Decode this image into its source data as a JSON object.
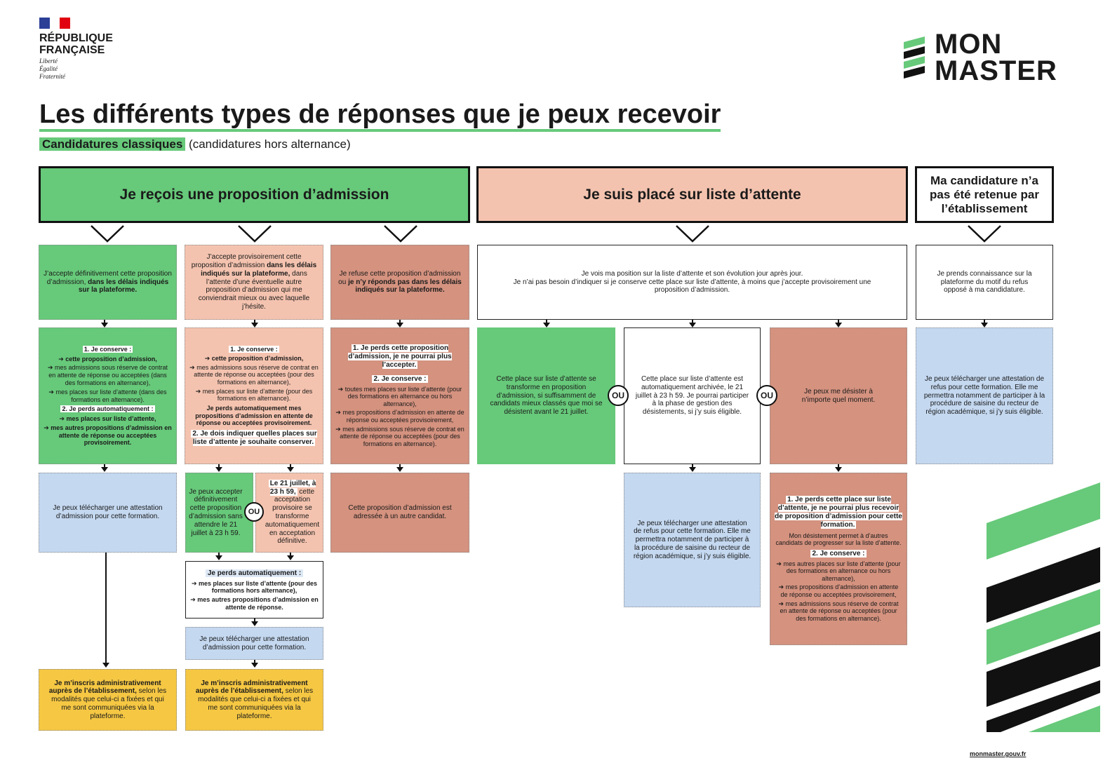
{
  "header": {
    "gov": {
      "line1": "RÉPUBLIQUE",
      "line2": "FRANÇAISE",
      "motto1": "Liberté",
      "motto2": "Égalité",
      "motto3": "Fraternité"
    },
    "brand": {
      "line1": "MON",
      "line2": "MASTER"
    },
    "title": "Les différents types de réponses que je peux recevoir",
    "subtitle_tag": "Candidatures classiques",
    "subtitle_rest": "(candidatures hors alternance)",
    "footer_url": "monmaster.gouv.fr"
  },
  "colors": {
    "green": "#67c97a",
    "salmon": "#f4c3af",
    "rose": "#d4927f",
    "blue": "#c4d8f0",
    "yellow": "#f5c743"
  },
  "categories": {
    "admission": "Je reçois une proposition d’admission",
    "waitlist": "Je suis placé sur liste d’attente",
    "refused": "Ma candidature n’a pas été retenue par l’établissement"
  },
  "col1": {
    "accept": {
      "t1": "J’accepte définitivement cette proposition d’admission, ",
      "t2": "dans les délais indiqués sur la plateforme."
    },
    "keep_title": "1. Je conserve :",
    "keep_items": [
      "cette proposition d’admission,",
      "mes admissions sous réserve de contrat en attente de réponse ou acceptées (dans des formations en alternance),",
      "mes places sur liste d’attente (dans des formations en alternance)."
    ],
    "lose_title": "2. Je perds automatiquement :",
    "lose_items": [
      "mes places sur liste d’attente,",
      "mes autres propositions d’admission en attente de réponse ou acceptées provisoirement."
    ],
    "download": "Je peux télécharger une attestation d’admission pour cette formation.",
    "enroll_b": "Je m’inscris administrativement auprès de l’établissement,",
    "enroll_t": " selon les modalités que celui-ci a fixées et qui me sont communiquées via la plateforme."
  },
  "col2": {
    "accept_t1": "J’accepte provisoirement cette proposition d’admission ",
    "accept_b": "dans les délais indiqués sur la plateforme,",
    "accept_t2": " dans l’attente d’une éventuelle autre proposition d’admission qui me conviendrait mieux ou avec laquelle j’hésite.",
    "keep_title": "1. Je conserve :",
    "keep_items": [
      "cette proposition d’admission,",
      "mes admissions sous réserve de contrat en attente de réponse ou acceptées (pour des formations en alternance),",
      "mes places sur liste d’attente (pour des formations en alternance)."
    ],
    "lose_auto": "Je perds automatiquement mes propositions d’admission en attente de réponse ou acceptées provisoirement.",
    "indicate": "2. Je dois indiquer quelles places sur liste d’attente je souhaite conserver.",
    "left": "Je peux accepter définitivement cette proposition d’admission sans attendre le 21 juillet à 23 h 59.",
    "right_b": "Le 21 juillet, à 23 h 59,",
    "right_t": " cette acceptation provisoire se transforme automatiquement en acceptation définitive.",
    "lose_title": "Je perds automatiquement :",
    "lose_items": [
      "mes places sur liste d’attente (pour des formations hors alternance),",
      "mes autres propositions d’admission en attente de réponse."
    ],
    "download": "Je peux télécharger une attestation d’admission pour cette formation.",
    "enroll_b": "Je m’inscris administrativement auprès de l’établissement,",
    "enroll_t": " selon les modalités que celui-ci a fixées et qui me sont communiquées via la plateforme."
  },
  "col3": {
    "refuse_t1": "Je refuse cette proposition d’admission ou ",
    "refuse_b": "je n’y réponds pas dans les délais indiqués sur la plateforme.",
    "lose_title": "1. Je perds cette proposition d’admission, je ne pourrai plus l’accepter.",
    "keep_title": "2. Je conserve :",
    "keep_items": [
      "toutes mes places sur liste d’attente (pour des formations en alternance ou hors alternance),",
      "mes propositions d’admission en attente de réponse ou acceptées provisoirement,",
      "mes admissions sous réserve de contrat en attente de réponse ou acceptées (pour des formations en alternance)."
    ],
    "other": "Cette proposition d’admission est adressée à un autre candidat."
  },
  "wait": {
    "position_1": "Je vois ma position sur la liste d’attente et son évolution jour après jour.",
    "position_2": "Je n’ai pas besoin d’indiquer si je conserve cette place sur liste d’attente, à moins que j’accepte provisoirement une proposition d’admission.",
    "transform": "Cette place sur liste d’attente se transforme en proposition d’admission, si suffisamment de candidats mieux classés que moi se désistent avant le 21 juillet.",
    "archived": "Cette place sur liste d’attente est automatiquement archivée, le 21 juillet à 23 h 59. Je pourrai participer à la phase de gestion des désistements, si j’y suis éligible.",
    "withdraw": "Je peux me désister à n’importe quel moment.",
    "refusal_cert": "Je peux télécharger une attestation de refus pour cette formation. Elle me permettra notamment de participer à la procédure de saisine du recteur de région académique, si j’y suis éligible.",
    "w_lose": "1. Je perds cette place sur liste d’attente, je ne pourrai plus recevoir de proposition d’admission pour cette formation.",
    "w_progress": "Mon désistement permet à d’autres candidats de progresser sur la liste d’attente.",
    "w_keep_title": "2. Je conserve :",
    "w_keep_items": [
      "mes autres places sur liste d’attente (pour des formations en alternance ou hors alternance),",
      "mes propositions d’admission en attente de réponse ou acceptées provisoirement,",
      "mes admissions sous réserve de contrat en attente de réponse ou acceptées (pour des formations en alternance)."
    ]
  },
  "ref": {
    "notify": "Je prends connaissance sur la plateforme du motif du refus opposé à ma candidature.",
    "cert": "Je peux télécharger une attestation de refus pour cette formation. Elle me permettra notamment de participer à la procédure de saisine du recteur de région académique, si j’y suis éligible."
  },
  "ou": "OU"
}
